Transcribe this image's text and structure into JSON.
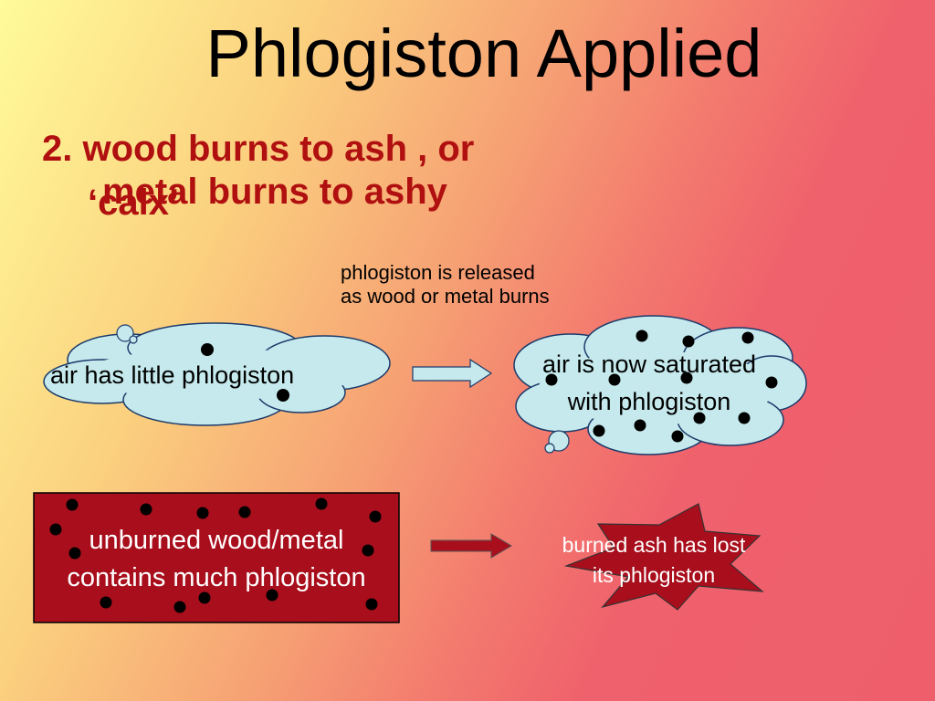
{
  "slide": {
    "title": "Phlogiston Applied",
    "point_line1": "2. wood burns to ash , or",
    "point_line2": "metal burns to ashy",
    "point_overlap": "‘calx’",
    "release_line1": "phlogiston is released",
    "release_line2": "as wood or metal burns",
    "cloud_left_text": "air has little phlogiston",
    "cloud_right_line1": "air is now saturated",
    "cloud_right_line2": "with phlogiston",
    "box_line1": "unburned wood/metal",
    "box_line2": "contains much phlogiston",
    "burst_line1": "burned ash has lost",
    "burst_line2": "its phlogiston"
  },
  "colors": {
    "title": "#000000",
    "point_text": "#b01010",
    "cloud_fill": "#c5e9ec",
    "box_fill": "#a80e1c",
    "arrow_light_fill": "#c5e9ec",
    "arrow_dark_fill": "#a80e1c",
    "burst_fill": "#a80e1c"
  }
}
